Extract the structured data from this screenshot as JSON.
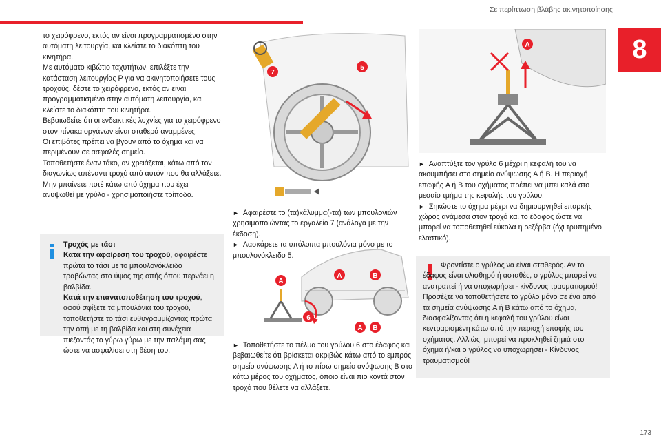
{
  "header": {
    "title": "Σε περίπτωση βλάβης ακινητοποίησης",
    "chapter": "8",
    "page_number": "173"
  },
  "col1": {
    "paragraphs": [
      "το χειρόφρενο, εκτός αν είναι προγραμματισμένο στην αυτόματη λειτουργία, και κλείστε το διακόπτη του κινητήρα.",
      "Με αυτόματο κιβώτιο ταχυτήτων, επιλέξτε την κατάσταση λειτουργίας P για να ακινητοποιήσετε τους τροχούς, δέστε το χειρόφρενο, εκτός αν είναι προγραμματισμένο στην αυτόματη λειτουργία, και κλείστε το διακόπτη του κινητήρα.",
      "Βεβαιωθείτε ότι οι ενδεικτικές λυχνίες για το χειρόφρενο στον πίνακα οργάνων είναι σταθερά αναμμένες.",
      "Οι επιβάτες πρέπει να βγουν από το όχημα και να περιμένουν σε ασφαλές σημείο.",
      "Τοποθετήστε έναν τάκο, αν χρειάζεται, κάτω από τον διαγωνίως απέναντι τροχό από αυτόν που θα αλλάξετε.",
      "Μην μπαίνετε ποτέ κάτω από όχημα που έχει ανυψωθεί με γρύλο - χρησιμοποιήστε τρίποδο."
    ]
  },
  "info_box": {
    "title": "Τροχός με τάσι",
    "sub1_bold": "Κατά την αφαίρεση του τροχού",
    "sub1_text": ", αφαιρέστε πρώτα το τάσι με το μπουλονόκλειδο τραβώντας στο ύψος της οπής όπου περνάει η βαλβίδα.",
    "sub2_bold": "Κατά την επανατοποθέτηση του τροχού",
    "sub2_text": ", αφού σφίξετε τα μπουλόνια του τροχού, τοποθετήστε το τάσι ευθυγραμμίζοντας πρώτα την οπή με τη βαλβίδα και στη συνέχεια πιέζοντάς το γύρω γύρω με την παλάμη σας ώστε να ασφαλίσει στη θέση του."
  },
  "col2": {
    "step1": "Αφαιρέστε το (τα)κάλυμμα(-τα) των μπουλονιών χρησιμοποιώντας το εργαλείο 7 (ανάλογα με την έκδοση).",
    "step2": "Λασκάρετε τα υπόλοιπα μπουλόνια μόνο με το μπουλονόκλειδο 5.",
    "step3": "Τοποθετήστε το πέλμα του γρύλου 6 στο έδαφος και βεβαιωθείτε ότι βρίσκεται ακριβώς κάτω από το εμπρός σημείο ανύψωσης A ή το πίσω σημείο ανύψωσης B στο κάτω μέρος του οχήματος, όποιο είναι πιο κοντά στον τροχό που θέλετε να αλλάξετε."
  },
  "col3": {
    "step1": "Αναπτύξτε τον γρύλο 6 μέχρι η κεφαλή του να ακουμπήσει στο σημείο ανύψωσης A ή B. Η περιοχή επαφής A ή B του οχήματος πρέπει να μπει καλά στο μεσαίο τμήμα της κεφαλής του γρύλου.",
    "step2": "Σηκώστε το όχημα μέχρι να δημιουργηθεί επαρκής χώρος ανάμεσα στον τροχό και το έδαφος ώστε να μπορεί να τοποθετηθεί εύκολα η ρεζέρβα (όχι τρυπημένο ελαστικό)."
  },
  "warning_box": {
    "p1": "Φροντίστε ο γρύλος να είναι σταθερός. Αν το έδαφος είναι ολισθηρό ή ασταθές, ο γρύλος μπορεί να ανατραπεί ή να υποχωρήσει - κίνδυνος τραυματισμού!",
    "p2": "Προσέξτε να τοποθετήσετε το γρύλο μόνο σε ένα από τα σημεία ανύψωσης A ή B κάτω από το όχημα, διασφαλίζοντας ότι η κεφαλή του γρύλου είναι κεντραρισμένη κάτω από την περιοχή επαφής του οχήματος. Αλλιώς, μπορεί να προκληθεί ζημιά στο όχημα ή/και ο γρύλος να υποχωρήσει - Κίνδυνος τραυματισμού!"
  },
  "figure_labels": {
    "tool7": "7",
    "wrench5": "5",
    "jack6": "6",
    "pointA": "A",
    "pointB": "B"
  },
  "colors": {
    "accent": "#e8202a",
    "box_bg": "#eeeeee",
    "info_blue": "#1f8fe0"
  }
}
